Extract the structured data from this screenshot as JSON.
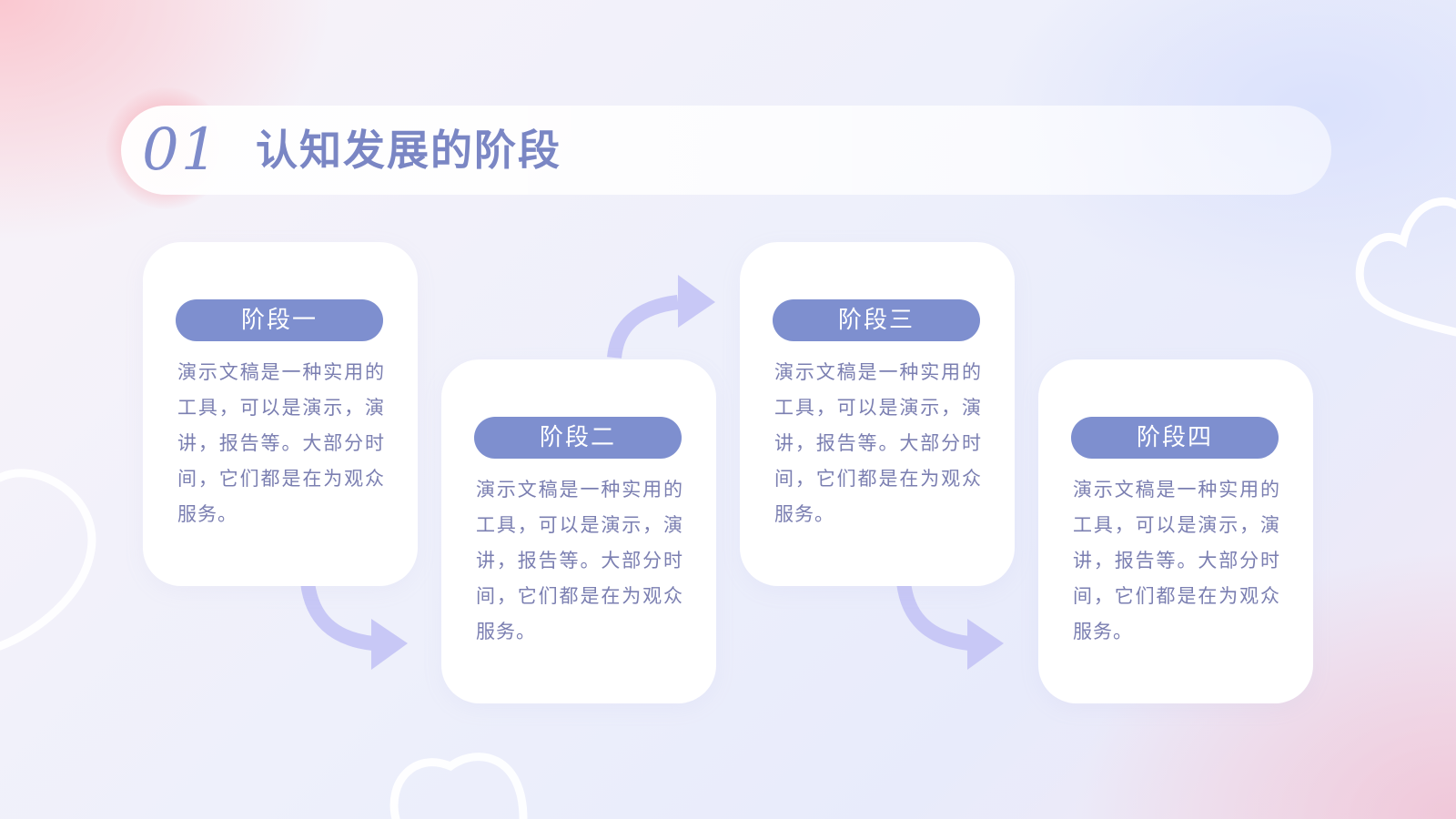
{
  "title": {
    "number": "01",
    "text": "认知发展的阶段"
  },
  "stages": [
    {
      "label": "阶段一",
      "body": "演示文稿是一种实用的工具，可以是演示，演讲，报告等。大部分时间，它们都是在为观众服务。"
    },
    {
      "label": "阶段二",
      "body": "演示文稿是一种实用的工具，可以是演示，演讲，报告等。大部分时间，它们都是在为观众服务。"
    },
    {
      "label": "阶段三",
      "body": "演示文稿是一种实用的工具，可以是演示，演讲，报告等。大部分时间，它们都是在为观众服务。"
    },
    {
      "label": "阶段四",
      "body": "演示文稿是一种实用的工具，可以是演示，演讲，报告等。大部分时间，它们都是在为观众服务。"
    }
  ],
  "colors": {
    "accent": "#7e8fcf",
    "title_text": "#7a86c4",
    "body_text": "#7b7fb1",
    "arrow": "#c8c8f6",
    "glow": "#f8969f"
  },
  "icons": [
    "heart-outline-icon",
    "curved-arrow-icon"
  ]
}
